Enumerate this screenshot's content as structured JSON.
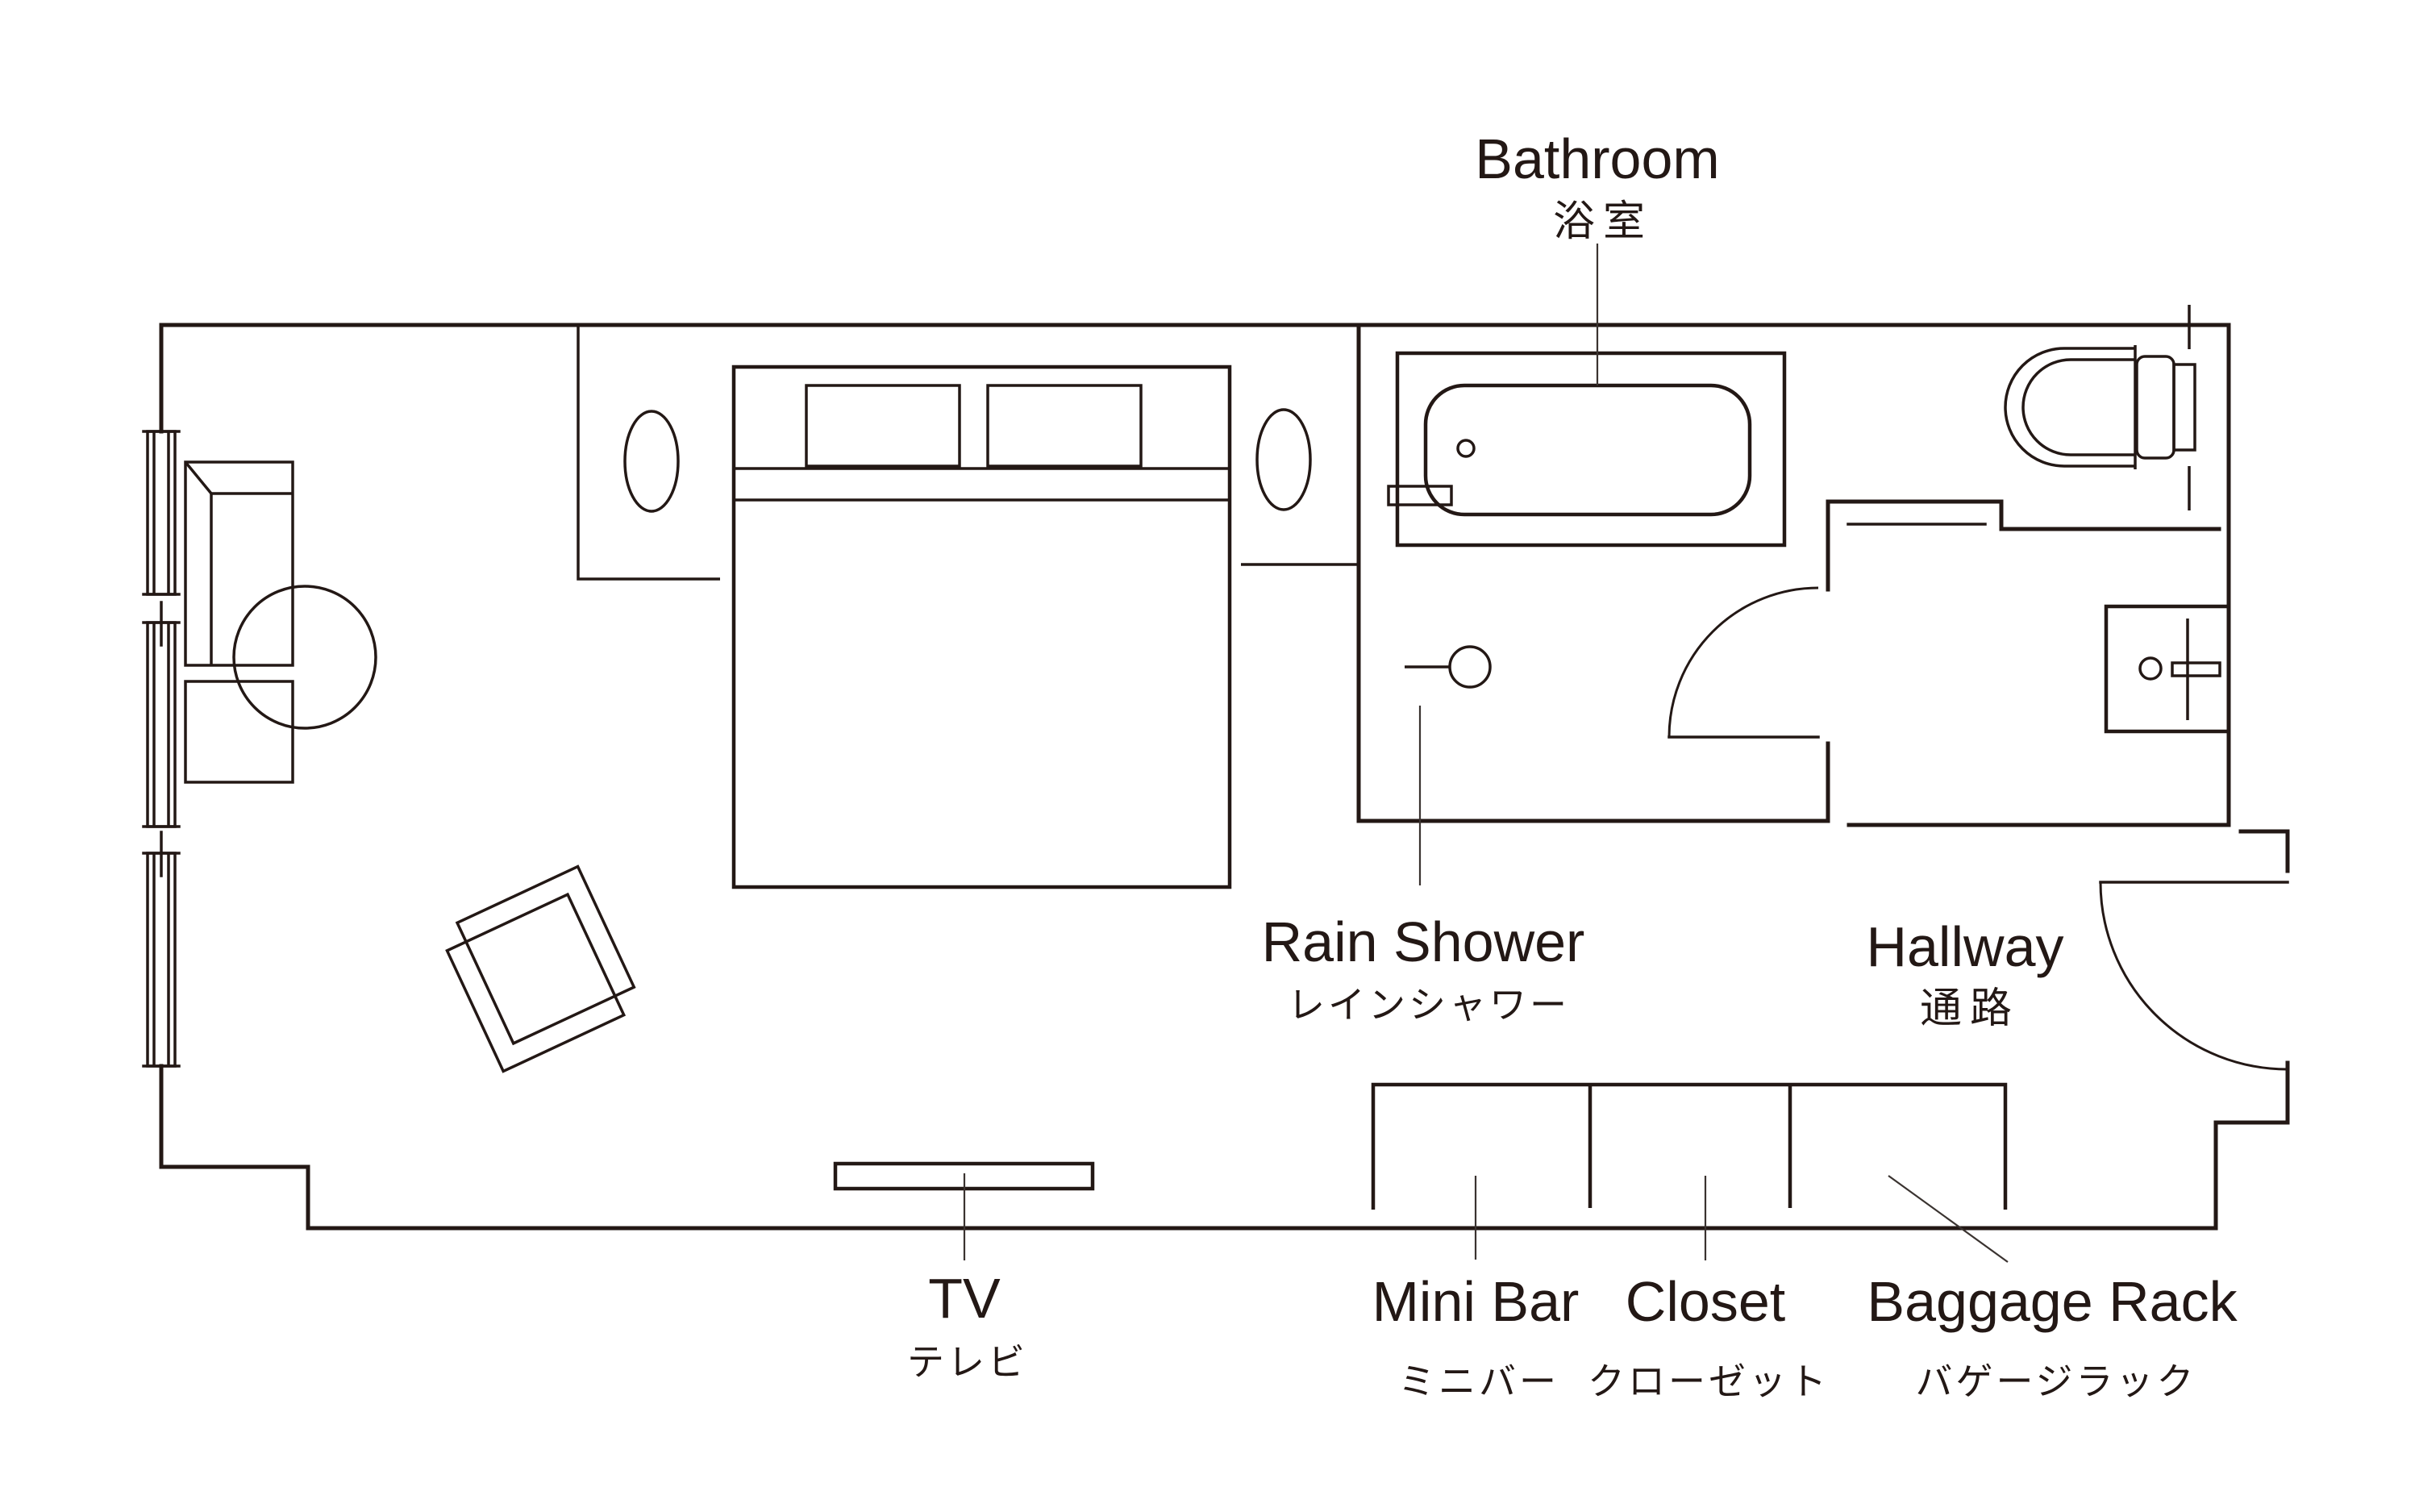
{
  "drawing": {
    "type": "hotel-room-floor-plan",
    "ink_color": "#231815",
    "background_color": "#ffffff"
  },
  "labels": {
    "bathroom": {
      "en": "Bathroom",
      "ja": "浴室"
    },
    "rain_shower": {
      "en": "Rain Shower",
      "ja": "レインシャワー"
    },
    "hallway": {
      "en": "Hallway",
      "ja": "通路"
    },
    "tv": {
      "en": "TV",
      "ja": "テレビ"
    },
    "mini_bar": {
      "en": "Mini Bar",
      "ja": "ミニバー"
    },
    "closet": {
      "en": "Closet",
      "ja": "クローゼット"
    },
    "baggage_rack": {
      "en": "Baggage Rack",
      "ja": "バゲージラック"
    }
  }
}
